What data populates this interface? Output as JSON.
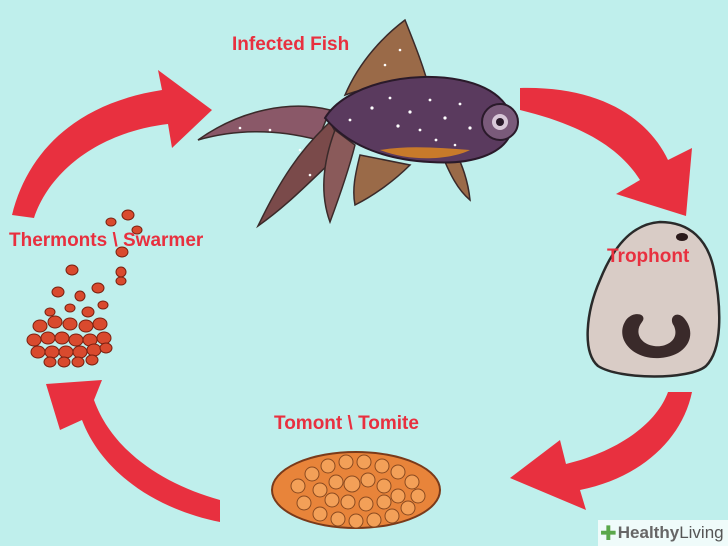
{
  "diagram": {
    "stages": {
      "infected_fish": "Infected Fish",
      "trophont": "Trophont",
      "tomont": "Tomont \\ Tomite",
      "thermonts": "Thermonts \\ Swarmer"
    },
    "watermark": {
      "bold": "Healthy",
      "regular": " Living"
    },
    "colors": {
      "background": "#bfefec",
      "arrow": "#e8303f",
      "label": "#e8303f",
      "fish_body": "#5a3a5e",
      "fin": "#8a5a4a",
      "trophont": "#d9ccc6",
      "tomont": "#e8843a",
      "swarmer": "#d94a2e"
    },
    "icons": [
      "cycle-arrow",
      "fish",
      "trophont-cell",
      "tomont-cyst",
      "swarmer-cluster",
      "plus-icon"
    ]
  }
}
